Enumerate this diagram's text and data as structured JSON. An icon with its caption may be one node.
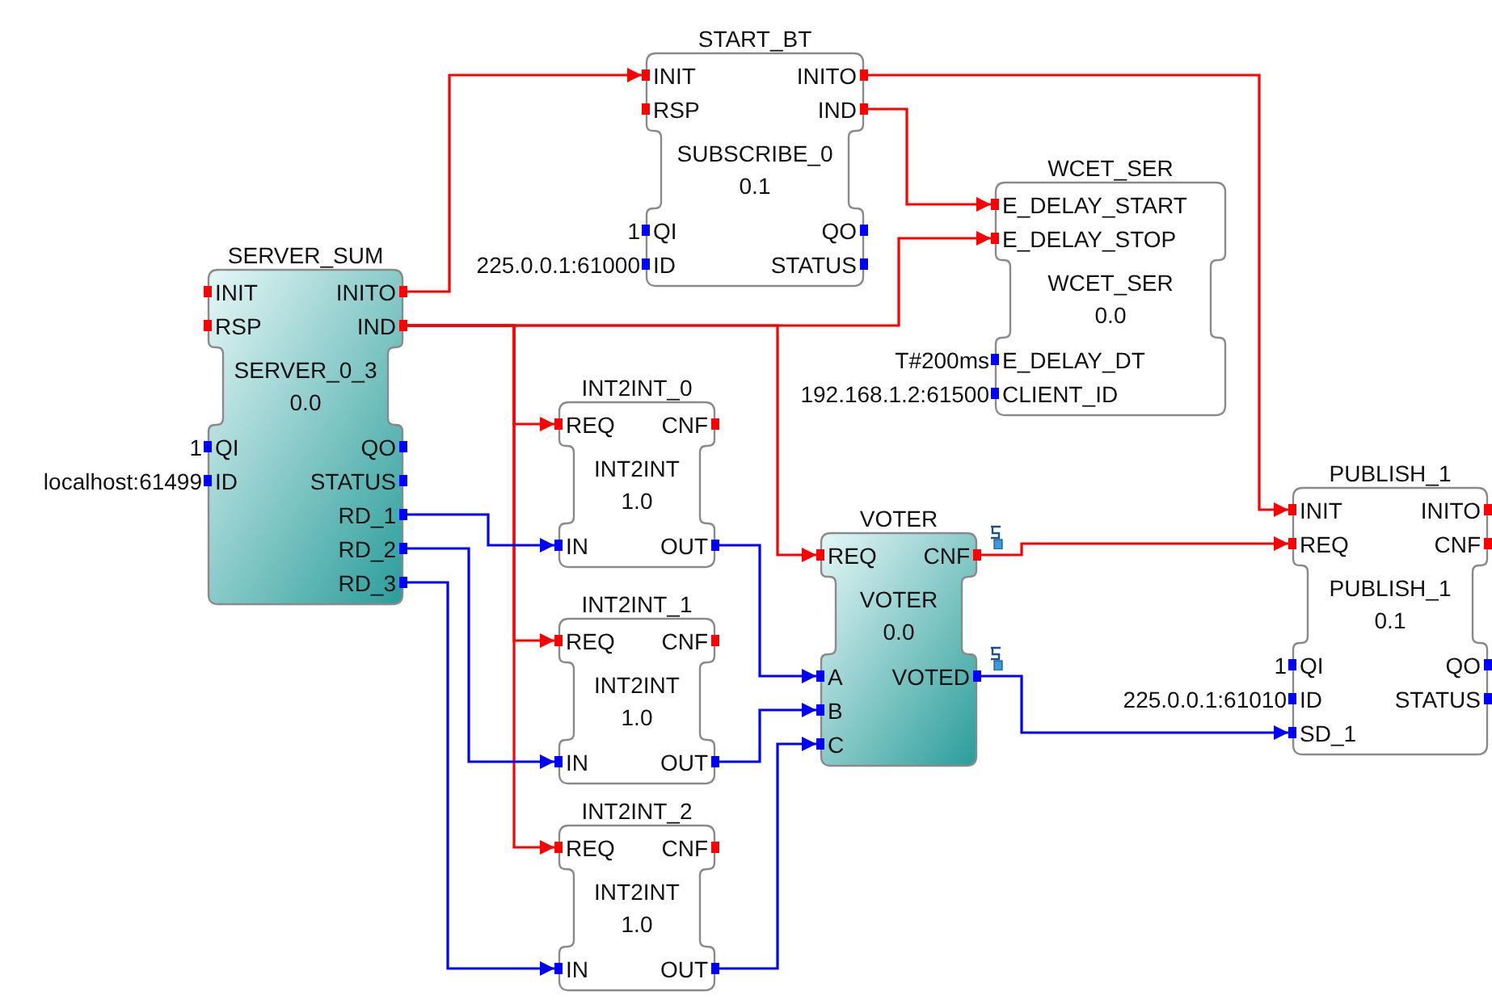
{
  "diagram": {
    "nodes": [
      {
        "text": [
          "START_BT",
          "SUBSCRIBE_0",
          "0.1"
        ]
      },
      {
        "text": [
          "INIT"
        ],
        "in": 0
      },
      {
        "text": [
          "RSP"
        ],
        "in": 0
      },
      {
        "text": [
          "INITO"
        ],
        "in": 0
      },
      {
        "text": [
          "IND"
        ],
        "in": 0
      },
      {
        "text": [
          "QI"
        ],
        "in": 0,
        "beside": [
          "1"
        ]
      },
      {
        "text": [
          "ID"
        ],
        "in": 0,
        "beside": [
          "225.0.0.1:61000"
        ]
      },
      {
        "text": [
          "QO"
        ],
        "in": 0
      },
      {
        "text": [
          "STATUS"
        ],
        "in": 0
      },
      {
        "text": [
          "WCET_SER",
          "WCET_SER",
          "0.0"
        ]
      },
      {
        "text": [
          "E_DELAY_START"
        ],
        "in": 9
      },
      {
        "text": [
          "E_DELAY_STOP"
        ],
        "in": 9
      },
      {
        "text": [
          "E_DELAY_DT"
        ],
        "in": 9,
        "beside": [
          "T#200ms"
        ]
      },
      {
        "text": [
          "CLIENT_ID"
        ],
        "in": 9,
        "beside": [
          "192.168.1.2:61500"
        ]
      },
      {
        "text": [
          "SERVER_SUM",
          "SERVER_0_3",
          "0.0"
        ]
      },
      {
        "text": [
          "INIT"
        ],
        "in": 14
      },
      {
        "text": [
          "RSP"
        ],
        "in": 14
      },
      {
        "text": [
          "INITO"
        ],
        "in": 14
      },
      {
        "text": [
          "IND"
        ],
        "in": 14
      },
      {
        "text": [
          "QI"
        ],
        "in": 14,
        "beside": [
          "1"
        ]
      },
      {
        "text": [
          "ID"
        ],
        "in": 14,
        "beside": [
          "localhost:61499"
        ]
      },
      {
        "text": [
          "QO"
        ],
        "in": 14
      },
      {
        "text": [
          "STATUS"
        ],
        "in": 14
      },
      {
        "text": [
          "RD_1"
        ],
        "in": 14
      },
      {
        "text": [
          "RD_2"
        ],
        "in": 14
      },
      {
        "text": [
          "RD_3"
        ],
        "in": 14
      },
      {
        "text": [
          "INT2INT_0",
          "INT2INT",
          "1.0"
        ]
      },
      {
        "text": [
          "REQ"
        ],
        "in": 26
      },
      {
        "text": [
          "CNF"
        ],
        "in": 26
      },
      {
        "text": [
          "IN"
        ],
        "in": 26
      },
      {
        "text": [
          "OUT"
        ],
        "in": 26
      },
      {
        "text": [
          "INT2INT_1",
          "INT2INT",
          "1.0"
        ]
      },
      {
        "text": [
          "REQ"
        ],
        "in": 31
      },
      {
        "text": [
          "CNF"
        ],
        "in": 31
      },
      {
        "text": [
          "IN"
        ],
        "in": 31
      },
      {
        "text": [
          "OUT"
        ],
        "in": 31
      },
      {
        "text": [
          "INT2INT_2",
          "INT2INT",
          "1.0"
        ]
      },
      {
        "text": [
          "REQ"
        ],
        "in": 36
      },
      {
        "text": [
          "CNF"
        ],
        "in": 36
      },
      {
        "text": [
          "IN"
        ],
        "in": 36
      },
      {
        "text": [
          "OUT"
        ],
        "in": 36
      },
      {
        "text": [
          "VOTER",
          "VOTER",
          "0.0"
        ]
      },
      {
        "text": [
          "REQ"
        ],
        "in": 41
      },
      {
        "text": [
          "CNF"
        ],
        "in": 41
      },
      {
        "text": [
          "A"
        ],
        "in": 41
      },
      {
        "text": [
          "B"
        ],
        "in": 41
      },
      {
        "text": [
          "C"
        ],
        "in": 41
      },
      {
        "text": [
          "VOTED"
        ],
        "in": 41
      },
      {
        "text": [
          "PUBLISH_1",
          "PUBLISH_1",
          "0.1"
        ]
      },
      {
        "text": [
          "INIT"
        ],
        "in": 48
      },
      {
        "text": [
          "INITO"
        ],
        "in": 48
      },
      {
        "text": [
          "REQ"
        ],
        "in": 48
      },
      {
        "text": [
          "CNF"
        ],
        "in": 48
      },
      {
        "text": [
          "QI"
        ],
        "in": 48,
        "beside": [
          "1"
        ]
      },
      {
        "text": [
          "ID"
        ],
        "in": 48,
        "beside": [
          "225.0.0.1:61010"
        ]
      },
      {
        "text": [
          "QO"
        ],
        "in": 48
      },
      {
        "text": [
          "STATUS"
        ],
        "in": 48
      },
      {
        "text": [
          "SD_1"
        ],
        "in": 48
      }
    ],
    "edges": [
      {
        "from": 17,
        "to": 1,
        "arrow": "to"
      },
      {
        "from": 3,
        "to": 49,
        "arrow": "to"
      },
      {
        "from": 4,
        "to": 10,
        "arrow": "to"
      },
      {
        "from": 18,
        "to": 11,
        "arrow": "to"
      },
      {
        "from": 18,
        "to": 27,
        "arrow": "to"
      },
      {
        "from": 18,
        "to": 32,
        "arrow": "to"
      },
      {
        "from": 18,
        "to": 37,
        "arrow": "to"
      },
      {
        "from": 18,
        "to": 42,
        "arrow": "to"
      },
      {
        "from": 43,
        "to": 51,
        "arrow": "to"
      },
      {
        "from": 23,
        "to": 29,
        "arrow": "to",
        "color": "#0000ff"
      },
      {
        "from": 24,
        "to": 34,
        "arrow": "to",
        "color": "#0000ff"
      },
      {
        "from": 25,
        "to": 39,
        "arrow": "to",
        "color": "#0000ff"
      },
      {
        "from": 30,
        "to": 44,
        "arrow": "to",
        "color": "#0000ff"
      },
      {
        "from": 35,
        "to": 45,
        "arrow": "to",
        "color": "#0000ff"
      },
      {
        "from": 40,
        "to": 46,
        "arrow": "to",
        "color": "#0000ff"
      },
      {
        "from": 47,
        "to": 57,
        "arrow": "to",
        "color": "#0000ff"
      }
    ]
  }
}
